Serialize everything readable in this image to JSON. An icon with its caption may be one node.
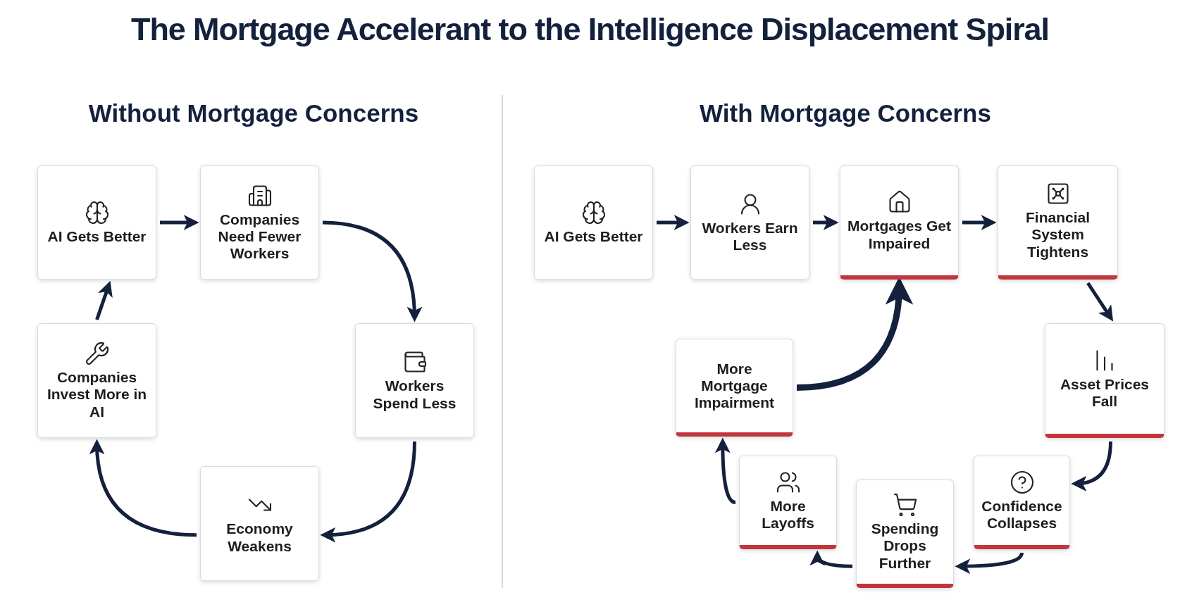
{
  "diagram": {
    "title": "The Mortgage Accelerant to the Intelligence Displacement Spiral",
    "nodes": [
      {
        "text": [
          "AI Gets Better"
        ]
      },
      {
        "text": [
          "Companies Need Fewer Workers"
        ]
      },
      {
        "text": [
          "Workers Spend Less"
        ]
      },
      {
        "text": [
          "Economy Weakens"
        ]
      },
      {
        "text": [
          "Companies Invest More in AI"
        ]
      },
      {
        "text": [
          "AI Gets Better"
        ]
      },
      {
        "text": [
          "Workers Earn Less"
        ]
      },
      {
        "text": [
          "Mortgages Get Impaired"
        ]
      },
      {
        "text": [
          "Financial System Tightens"
        ]
      },
      {
        "text": [
          "Asset Prices Fall"
        ]
      },
      {
        "text": [
          "Confidence Collapses"
        ]
      },
      {
        "text": [
          "Spending Drops Further"
        ]
      },
      {
        "text": [
          "More Layoffs"
        ]
      },
      {
        "text": [
          "More Mortgage Impairment"
        ]
      }
    ],
    "edges": [
      {
        "from": 0,
        "to": 1,
        "arrow": "to"
      },
      {
        "from": 1,
        "to": 2,
        "arrow": "to"
      },
      {
        "from": 2,
        "to": 3,
        "arrow": "to"
      },
      {
        "from": 3,
        "to": 4,
        "arrow": "to"
      },
      {
        "from": 4,
        "to": 0,
        "arrow": "to"
      },
      {
        "from": 5,
        "to": 6,
        "arrow": "to"
      },
      {
        "from": 6,
        "to": 7,
        "arrow": "to"
      },
      {
        "from": 7,
        "to": 8,
        "arrow": "to"
      },
      {
        "from": 8,
        "to": 9,
        "arrow": "to"
      },
      {
        "from": 9,
        "to": 10,
        "arrow": "to"
      },
      {
        "from": 10,
        "to": 11,
        "arrow": "to"
      },
      {
        "from": 11,
        "to": 12,
        "arrow": "to"
      },
      {
        "from": 12,
        "to": 13,
        "arrow": "to"
      },
      {
        "from": 13,
        "to": 7,
        "arrow": "to",
        "style": "thick"
      }
    ],
    "labels": [
      "Without Mortgage Concerns",
      "With Mortgage Concerns"
    ]
  }
}
